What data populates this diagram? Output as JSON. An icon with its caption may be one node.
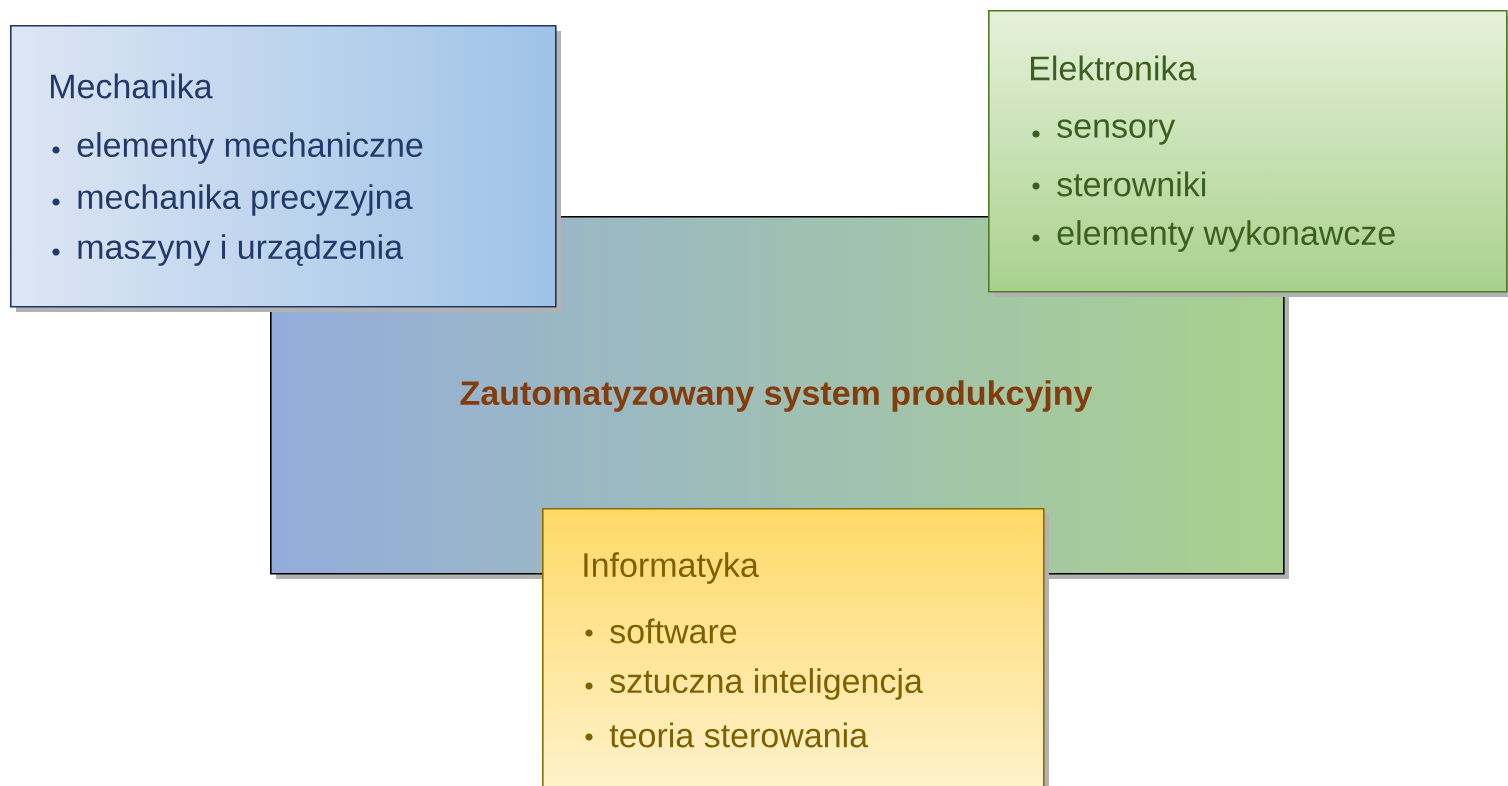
{
  "diagram": {
    "nodes": [
      {
        "text": [
          "Mechanika",
          "elementy mechaniczne",
          "mechanika precyzyjna",
          "maszyny i urządzenia"
        ]
      },
      {
        "text": [
          "Elektronika",
          "sensory",
          "sterowniki",
          "elementy wykonawcze"
        ]
      },
      {
        "text": [
          "Zautomatyzowany system produkcyjny"
        ]
      },
      {
        "text": [
          "Informatyka",
          "software",
          "sztuczna inteligencja",
          "teoria sterowania"
        ]
      }
    ]
  }
}
